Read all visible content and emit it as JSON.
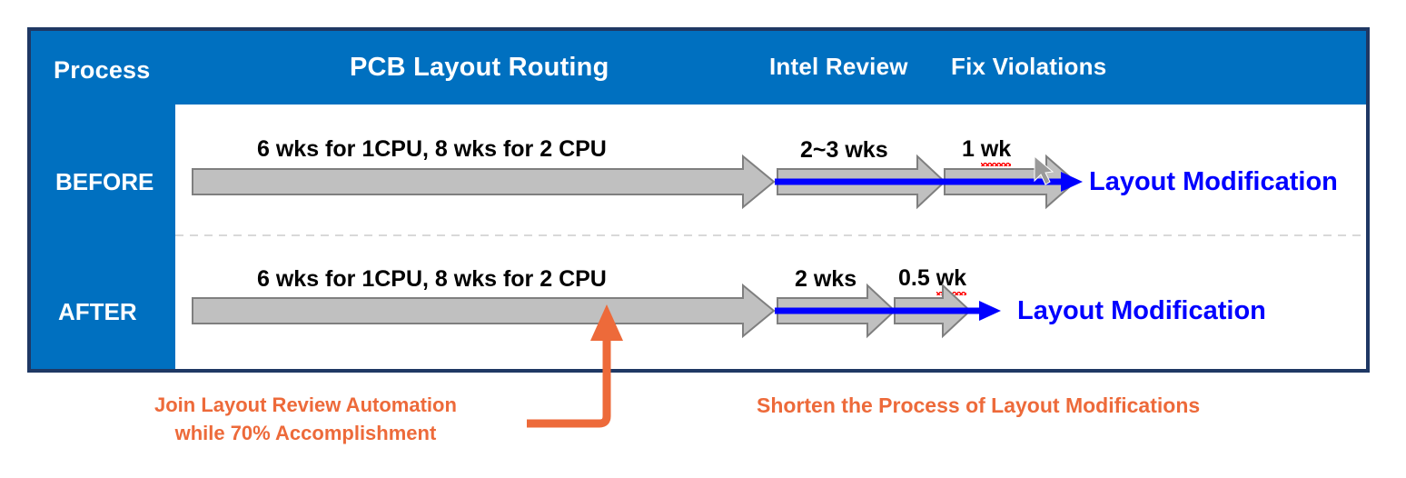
{
  "panel": {
    "colors": {
      "panel_fill": "#0070C0",
      "panel_border": "#1F3864",
      "content_bg": "#FFFFFF",
      "bar_fill": "#C0C0C0",
      "bar_stroke": "#7F7F7F",
      "flow_arrow": "#0000FF",
      "callout": "#ED6A3A",
      "spellcheck_underline": "#FF0000",
      "divider": "#D9D9D9"
    },
    "header": {
      "process_label": "Process",
      "stage_pcb": "PCB Layout Routing",
      "stage_review": "Intel Review",
      "stage_fix": "Fix Violations"
    },
    "rows": [
      {
        "name": "before",
        "label": "BEFORE",
        "routing_duration": "6 wks for 1CPU, 8 wks for 2 CPU",
        "review_duration": "2~3 wks",
        "fix_duration_number": "1",
        "fix_duration_unit": "wk",
        "outcome": "Layout Modification"
      },
      {
        "name": "after",
        "label": "AFTER",
        "routing_duration": "6 wks for 1CPU, 8 wks for 2 CPU",
        "review_duration": "2 wks",
        "fix_duration_number": "0.5",
        "fix_duration_unit": "wk",
        "outcome": "Layout Modification"
      }
    ]
  },
  "annotations": {
    "left_line1": "Join Layout Review Automation",
    "left_line2": "while 70% Accomplishment",
    "right": "Shorten the Process of Layout Modifications"
  }
}
